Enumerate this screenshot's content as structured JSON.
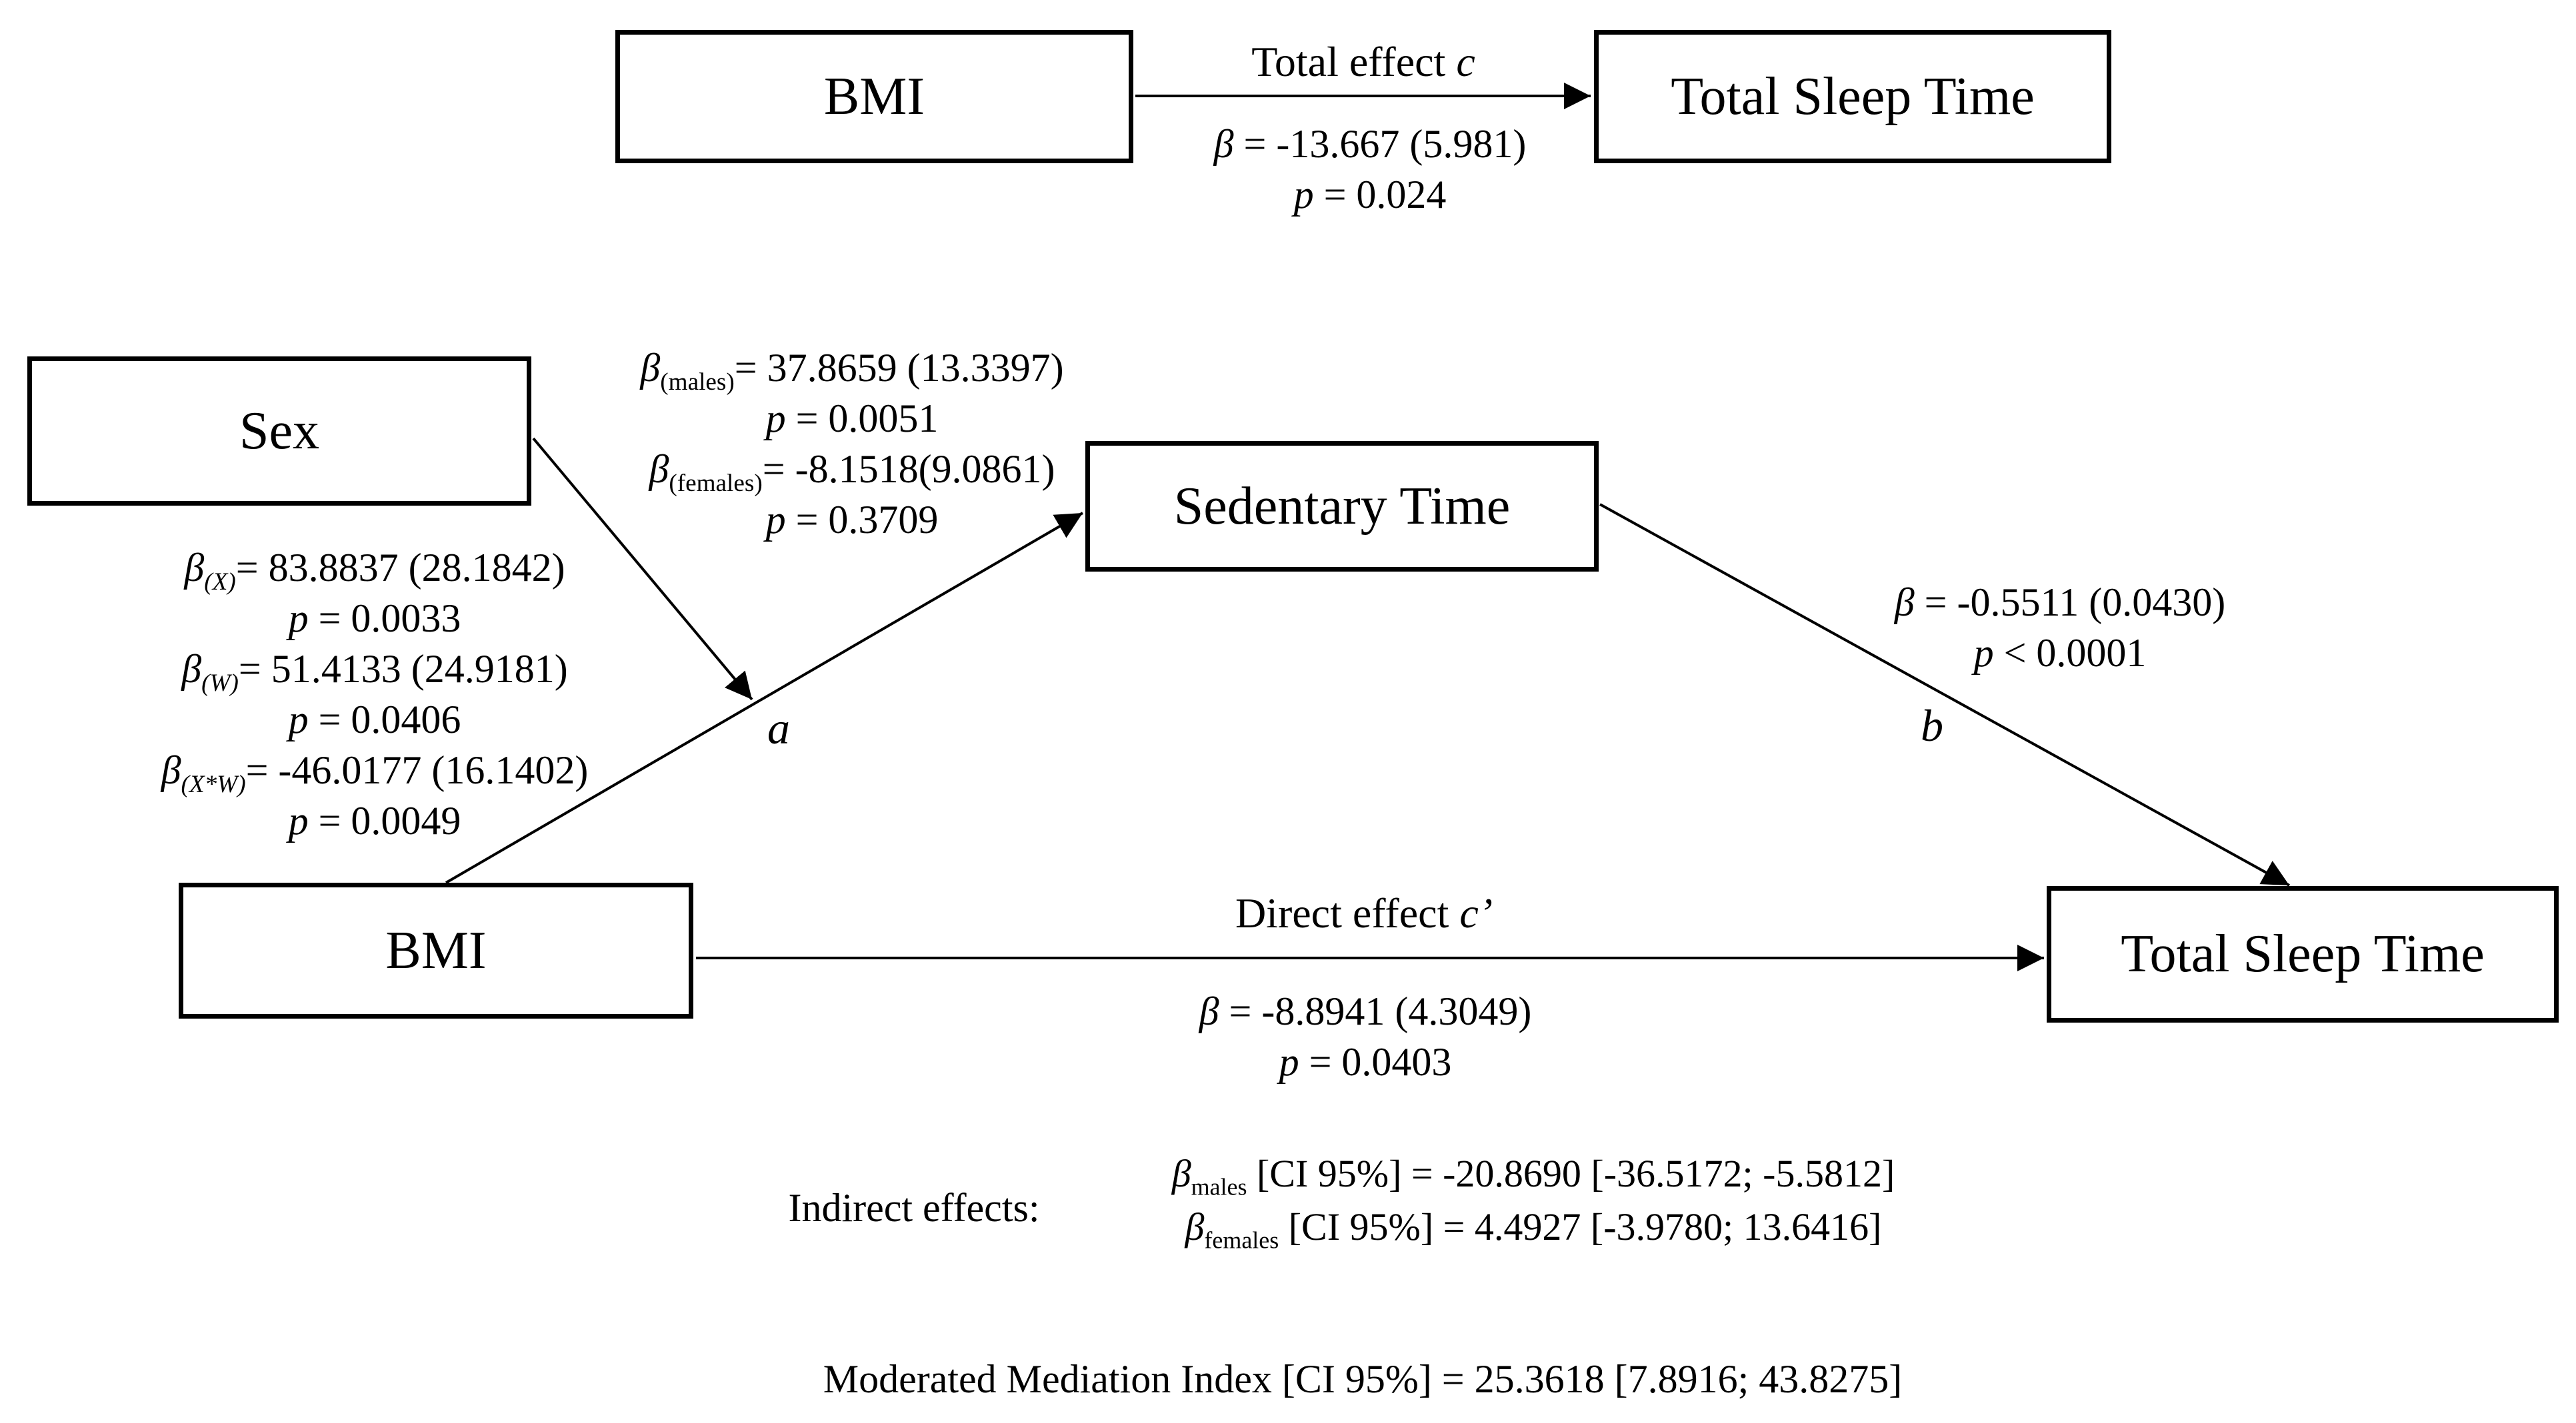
{
  "diagram": {
    "boxes": {
      "bmi_top": {
        "label": "BMI"
      },
      "tst_top": {
        "label": "Total Sleep Time"
      },
      "sex": {
        "label": "Sex"
      },
      "sedentary": {
        "label": "Sedentary Time"
      },
      "bmi": {
        "label": "BMI"
      },
      "tst": {
        "label": "Total Sleep Time"
      }
    },
    "paths": {
      "total": {
        "title": "Total effect ",
        "title_it": "c",
        "beta_sym": "β",
        "beta_rest": " = -13.667 (5.981)",
        "p_sym": "p",
        "p_rest": " = 0.024"
      },
      "a": {
        "letter": "a"
      },
      "b": {
        "letter": "b",
        "beta_sym": "β",
        "beta_rest": " = -0.5511 (0.0430)",
        "p_sym": "p",
        "p_rest": " < 0.0001"
      },
      "direct": {
        "title": "Direct effect ",
        "title_it": "c’",
        "beta_sym": "β",
        "beta_rest": " = -8.8941 (4.3049)",
        "p_sym": "p",
        "p_rest": " = 0.0403"
      }
    },
    "moderation_stats": {
      "l1_sym": "β",
      "l1_sub": "(males)",
      "l1_rest": "= 37.8659 (13.3397)",
      "l2_sym": "p",
      "l2_rest": " = 0.0051",
      "l3_sym": "β",
      "l3_sub": "(females)",
      "l3_rest": "= -8.1518(9.0861)",
      "l4_sym": "p",
      "l4_rest": " = 0.3709"
    },
    "interaction_stats": {
      "l1_sym": "β",
      "l1_sub": "(X)",
      "l1_rest": "= 83.8837 (28.1842)",
      "l2_sym": "p",
      "l2_rest": " = 0.0033",
      "l3_sym": "β",
      "l3_sub": "(W)",
      "l3_rest": "= 51.4133 (24.9181)",
      "l4_sym": "p",
      "l4_rest": " = 0.0406",
      "l5_sym": "β",
      "l5_sub": "(X*W)",
      "l5_rest": "= -46.0177 (16.1402)",
      "l6_sym": "p",
      "l6_rest": " = 0.0049"
    },
    "indirect": {
      "label": "Indirect effects:",
      "males_sym": "β",
      "males_sub": "males",
      "males_rest": " [CI 95%] = -20.8690 [-36.5172; -5.5812]",
      "females_sym": "β",
      "females_sub": "females",
      "females_rest": " [CI 95%] = 4.4927 [-3.9780; 13.6416]"
    },
    "moderated_index": "Moderated Mediation Index [CI 95%] = 25.3618 [7.8916; 43.8275]",
    "colors": {
      "ink": "#000000",
      "background": "#ffffff"
    }
  }
}
